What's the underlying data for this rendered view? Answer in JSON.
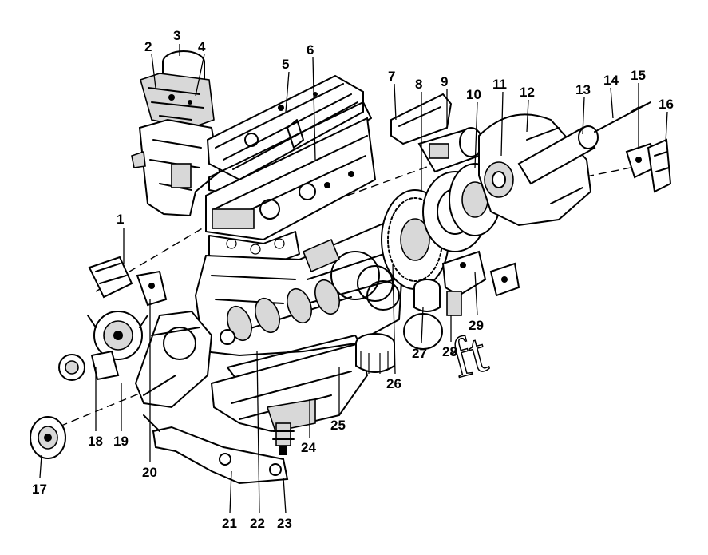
{
  "diagram": {
    "watermark": "ft",
    "callouts": [
      {
        "n": "1"
      },
      {
        "n": "2"
      },
      {
        "n": "3"
      },
      {
        "n": "4"
      },
      {
        "n": "5"
      },
      {
        "n": "6"
      },
      {
        "n": "7"
      },
      {
        "n": "8"
      },
      {
        "n": "9"
      },
      {
        "n": "10"
      },
      {
        "n": "11"
      },
      {
        "n": "12"
      },
      {
        "n": "13"
      },
      {
        "n": "14"
      },
      {
        "n": "15"
      },
      {
        "n": "16"
      },
      {
        "n": "17"
      },
      {
        "n": "18"
      },
      {
        "n": "19"
      },
      {
        "n": "20"
      },
      {
        "n": "21"
      },
      {
        "n": "22"
      },
      {
        "n": "23"
      },
      {
        "n": "24"
      },
      {
        "n": "25"
      },
      {
        "n": "26"
      },
      {
        "n": "27"
      },
      {
        "n": "28"
      },
      {
        "n": "29"
      }
    ]
  }
}
